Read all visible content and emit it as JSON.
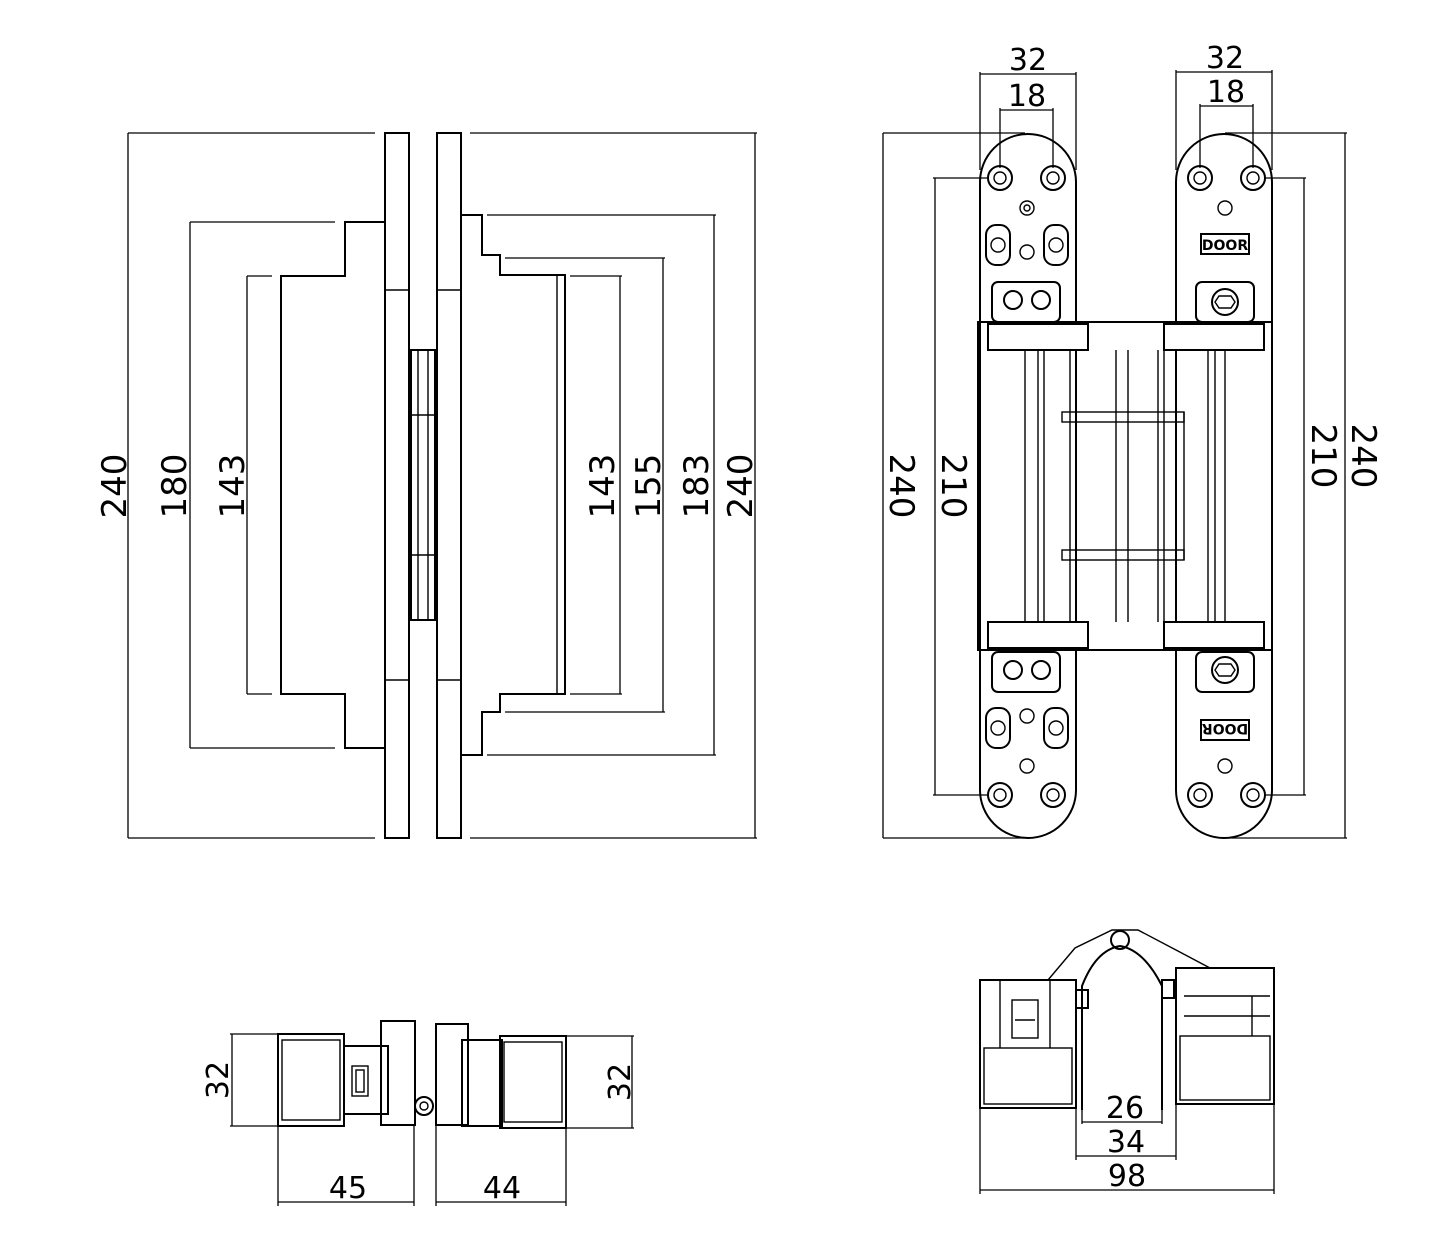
{
  "views": {
    "side_view": {
      "left_heights": [
        "240",
        "180",
        "143"
      ],
      "right_heights": [
        "143",
        "155",
        "183",
        "240"
      ]
    },
    "front_view": {
      "top_widths_left": [
        "32",
        "18"
      ],
      "top_widths_right": [
        "32",
        "18"
      ],
      "left_heights": [
        "240",
        "210"
      ],
      "right_heights": [
        "210",
        "240"
      ],
      "plate_label_top": "DOOR",
      "plate_label_bottom": "DOOR"
    },
    "top_view": {
      "left_thickness": "32",
      "right_thickness": "32",
      "left_depth": "45",
      "right_depth": "44"
    },
    "open_view": {
      "inner_width": "26",
      "mid_width": "34",
      "overall_width": "98"
    }
  }
}
